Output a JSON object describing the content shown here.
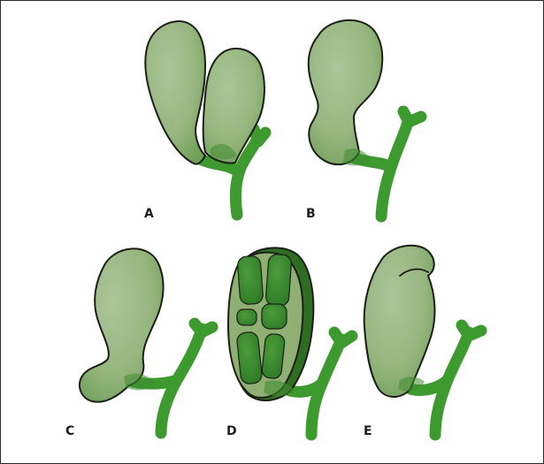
{
  "figure": {
    "panels": [
      {
        "id": "A",
        "label": "A"
      },
      {
        "id": "B",
        "label": "B"
      },
      {
        "id": "C",
        "label": "C"
      },
      {
        "id": "D",
        "label": "D"
      },
      {
        "id": "E",
        "label": "E"
      }
    ]
  },
  "colors": {
    "sac_light": "#a4bd8f",
    "sac_mid": "#8fb072",
    "sac_dark": "#3f8d32",
    "duct": "#3d9a2f",
    "outline": "#1b1f16",
    "frame": "#2b2b2b"
  }
}
